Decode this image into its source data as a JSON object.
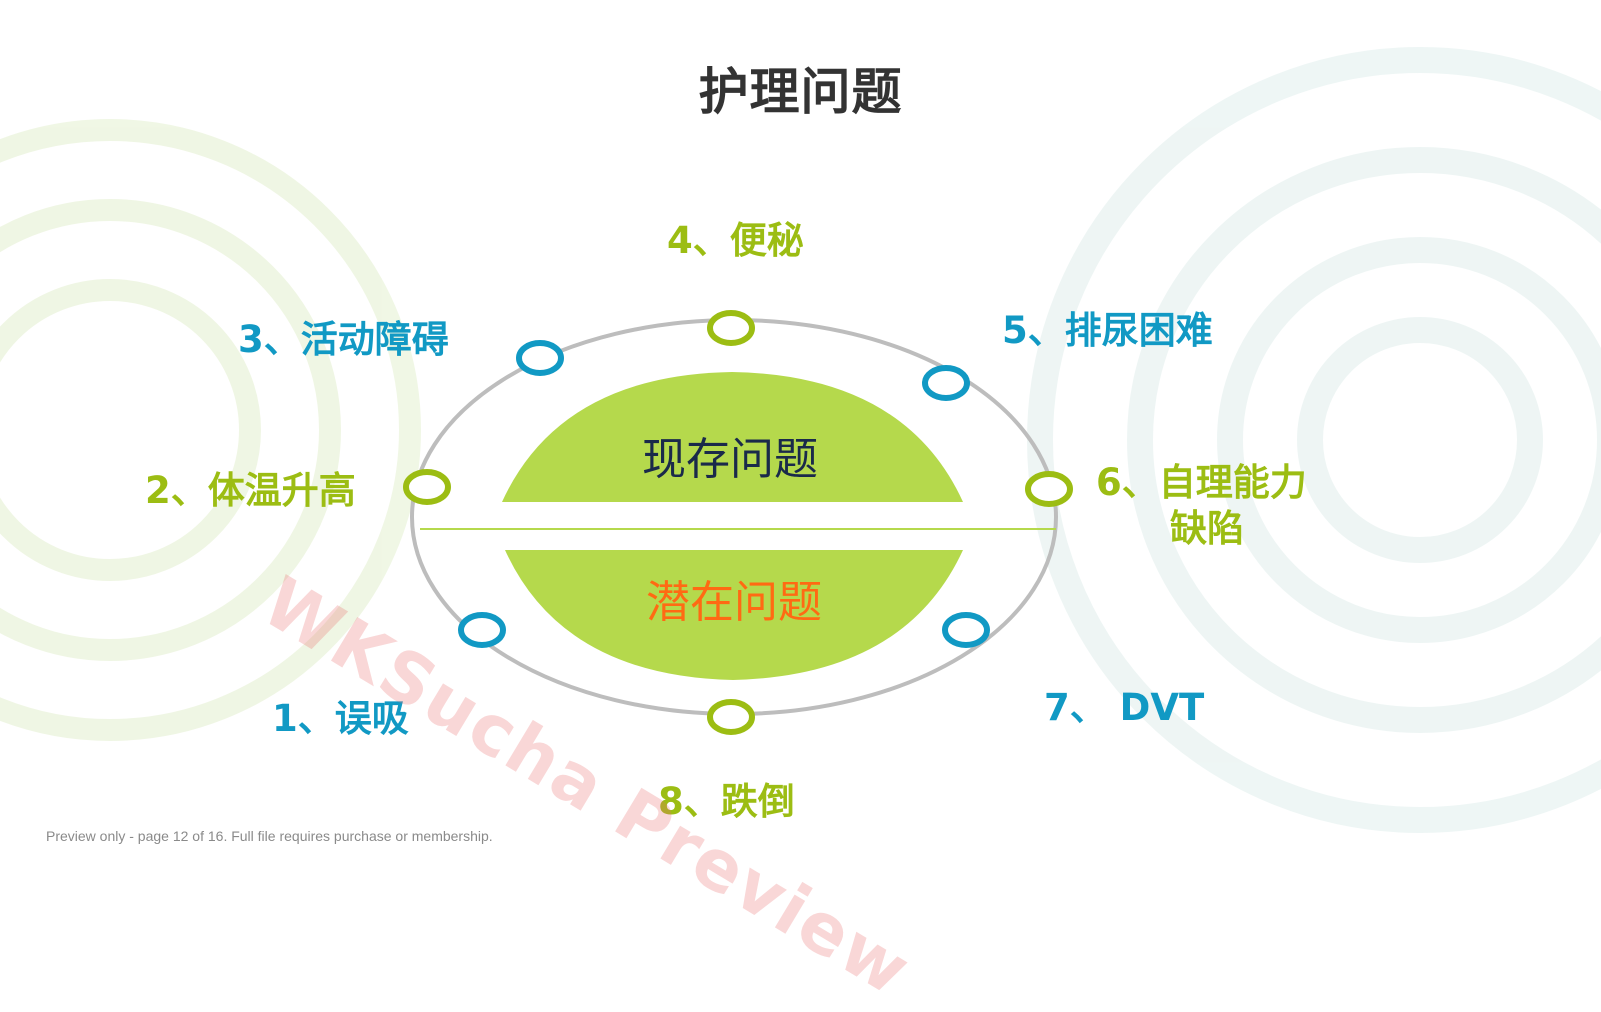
{
  "title": "护理问题",
  "center": {
    "top_label": "现存问题",
    "bottom_label": "潜在问题"
  },
  "items": [
    {
      "label": "1、误吸"
    },
    {
      "label": "2、体温升高"
    },
    {
      "label": "3、活动障碍"
    },
    {
      "label": "4、便秘"
    },
    {
      "label": "5、排尿困难"
    },
    {
      "label": "6、自理能力",
      "label2": "缺陷"
    },
    {
      "label": "7、 DVT"
    },
    {
      "label": "8、跌倒"
    }
  ],
  "colors": {
    "green": "#9cbd13",
    "blue": "#1199c4",
    "lime_fill": "#b5d94c",
    "center_top_text": "#1a2a4a",
    "center_bottom_text": "#ff6a13",
    "ring": "#bdbdbd"
  },
  "watermark": "WKSucha Preview",
  "footer": "Preview only - page 12 of 16. Full file requires purchase or membership."
}
